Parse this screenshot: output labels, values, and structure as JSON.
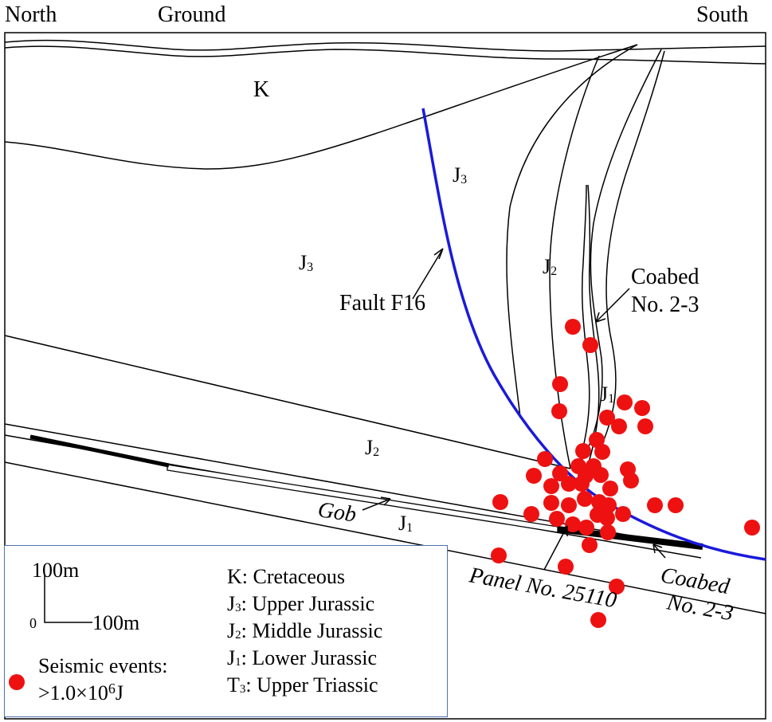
{
  "header": {
    "north": "North",
    "ground": "Ground",
    "south": "South"
  },
  "labels": {
    "k": "K",
    "j3_a": "J3",
    "j3_b": "J3",
    "j2_a": "J2",
    "j2_b": "J2",
    "j1_a": "J1",
    "j1_b": "J1",
    "fault": "Fault F16",
    "coabed_top_1": "Coabed",
    "coabed_top_2": "No. 2-3",
    "gob": "Gob",
    "panel": "Panel No. 25110",
    "coabed_bot_1": "Coabed",
    "coabed_bot_2": "No. 2-3"
  },
  "legend": {
    "scale_v": "100m",
    "scale_h": "100m",
    "scale_zero": "0",
    "seismic_1": "Seismic events:",
    "seismic_2": ">1.0×10",
    "seismic_exp": "6",
    "seismic_unit": "J",
    "strata": [
      {
        "sym": "K",
        "sub": "",
        "text": ": Cretaceous"
      },
      {
        "sym": "J",
        "sub": "3",
        "text": ": Upper Jurassic"
      },
      {
        "sym": "J",
        "sub": "2",
        "text": ": Middle Jurassic"
      },
      {
        "sym": "J",
        "sub": "1",
        "text": ": Lower Jurassic"
      },
      {
        "sym": "T",
        "sub": "3",
        "text": ": Upper Triassic"
      }
    ]
  },
  "colors": {
    "fault": "#1a1adb",
    "event": "#ee1111",
    "legend_border": "#4f72b0"
  },
  "events": [
    [
      719,
      410
    ],
    [
      741,
      433
    ],
    [
      703,
      482
    ],
    [
      784,
      505
    ],
    [
      702,
      516
    ],
    [
      762,
      524
    ],
    [
      806,
      512
    ],
    [
      777,
      535
    ],
    [
      810,
      535
    ],
    [
      749,
      552
    ],
    [
      684,
      576
    ],
    [
      732,
      566
    ],
    [
      756,
      567
    ],
    [
      726,
      585
    ],
    [
      745,
      585
    ],
    [
      788,
      589
    ],
    [
      670,
      597
    ],
    [
      703,
      594
    ],
    [
      735,
      597
    ],
    [
      754,
      596
    ],
    [
      792,
      603
    ],
    [
      692,
      610
    ],
    [
      714,
      607
    ],
    [
      730,
      607
    ],
    [
      766,
      613
    ],
    [
      628,
      630
    ],
    [
      667,
      645
    ],
    [
      692,
      631
    ],
    [
      714,
      634
    ],
    [
      734,
      626
    ],
    [
      752,
      630
    ],
    [
      764,
      634
    ],
    [
      782,
      645
    ],
    [
      822,
      634
    ],
    [
      848,
      634
    ],
    [
      699,
      651
    ],
    [
      719,
      658
    ],
    [
      736,
      662
    ],
    [
      750,
      646
    ],
    [
      762,
      650
    ],
    [
      740,
      684
    ],
    [
      763,
      668
    ],
    [
      944,
      662
    ],
    [
      626,
      697
    ],
    [
      710,
      711
    ],
    [
      774,
      736
    ],
    [
      751,
      778
    ]
  ]
}
